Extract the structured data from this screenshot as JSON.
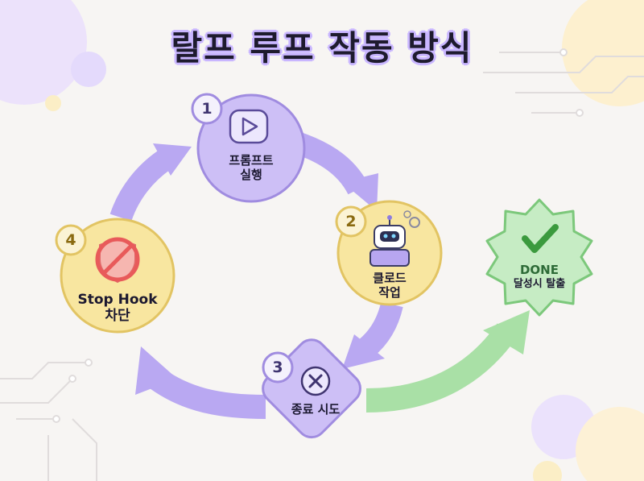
{
  "title": "랄프 루프 작동 방식",
  "steps": [
    {
      "number": "1",
      "line1": "프롬프트",
      "line2": "실행",
      "icon": "play-icon"
    },
    {
      "number": "2",
      "line1": "클로드",
      "line2": "작업",
      "icon": "robot-icon"
    },
    {
      "number": "3",
      "line1": "종료 시도",
      "icon": "x-icon"
    },
    {
      "number": "4",
      "line1": "Stop Hook",
      "line2": "차단",
      "icon": "no-entry-shield-icon"
    }
  ],
  "done": {
    "label": "DONE",
    "sub": "달성시 탈출",
    "icon": "checkmark-icon"
  },
  "colors": {
    "purple": "#b7a6f0",
    "purple_dark": "#7d69c9",
    "yellow": "#f8e6a0",
    "yellow_dark": "#e2c463",
    "green": "#c6ecc4",
    "green_dark": "#7cc87b",
    "arrow_purple": "#b9a8f2",
    "arrow_green": "#a9e0a6"
  }
}
